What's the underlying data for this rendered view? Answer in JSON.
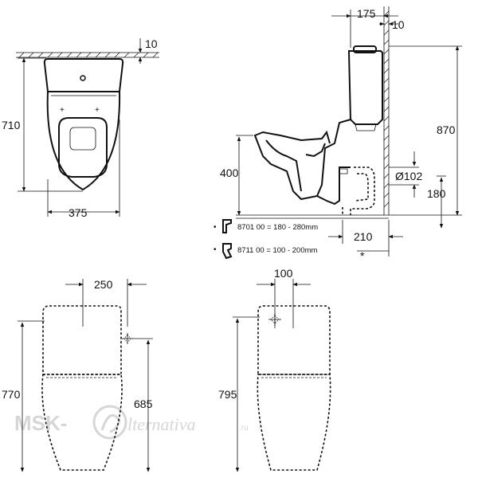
{
  "top_view": {
    "depth": "710",
    "width": "375",
    "offset": "10"
  },
  "side_view": {
    "top_offset": "175",
    "top_gap": "10",
    "height": "870",
    "seat_height": "400",
    "pipe_diameter": "Ø102",
    "outlet_height": "180",
    "outlet_distance": "210",
    "marker": "*"
  },
  "notes": [
    {
      "bullet": "•",
      "text": "8701 00 = 180 - 280mm"
    },
    {
      "bullet": "•",
      "text": "8711 00 = 100 - 200mm"
    }
  ],
  "front_view": {
    "width": "250",
    "height": "770",
    "supply_height": "685"
  },
  "back_view": {
    "width": "100",
    "height": "795"
  },
  "watermark": {
    "brand": "MSK-",
    "script": "lternativa",
    "domain": ".ru"
  }
}
